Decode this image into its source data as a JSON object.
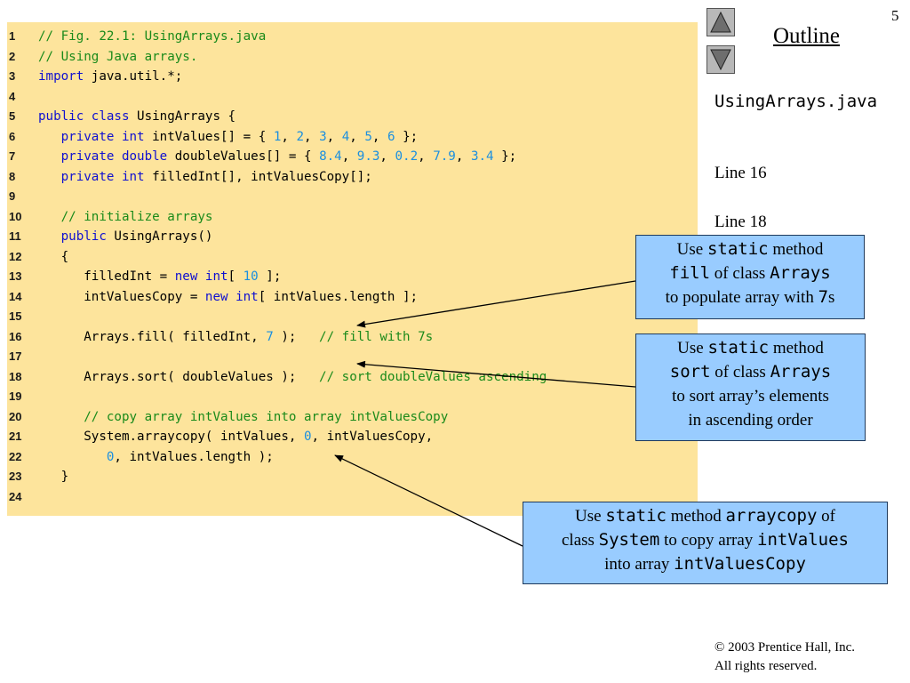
{
  "slide": {
    "page_number": "5",
    "outline_label": "Outline",
    "nav": {
      "up_icon": "triangle-up-icon",
      "down_icon": "triangle-down-icon"
    },
    "filename": "UsingArrays.java",
    "side_notes": [
      "Line 16",
      "Line 18"
    ],
    "copyright": [
      "© 2003 Prentice Hall, Inc.",
      "All rights reserved."
    ]
  },
  "colors": {
    "code_background": "#fde49c",
    "keyword": "#1010d0",
    "comment": "#1a8a1a",
    "number": "#1b8fe0",
    "callout_background": "#99ccff"
  },
  "code": {
    "lines": [
      {
        "n": "1",
        "tokens": [
          {
            "t": "// Fig. 22.1: UsingArrays.java",
            "c": "cm"
          }
        ]
      },
      {
        "n": "2",
        "tokens": [
          {
            "t": "// Using Java arrays.",
            "c": "cm"
          }
        ]
      },
      {
        "n": "3",
        "tokens": [
          {
            "t": "import",
            "c": "kw"
          },
          {
            "t": " java.util.*;",
            "c": ""
          }
        ]
      },
      {
        "n": "4",
        "tokens": []
      },
      {
        "n": "5",
        "tokens": [
          {
            "t": "public class",
            "c": "kw"
          },
          {
            "t": " UsingArrays {",
            "c": ""
          }
        ]
      },
      {
        "n": "6",
        "tokens": [
          {
            "t": "   ",
            "c": ""
          },
          {
            "t": "private int",
            "c": "kw"
          },
          {
            "t": " intValues[] = { ",
            "c": ""
          },
          {
            "t": "1",
            "c": "num"
          },
          {
            "t": ", ",
            "c": ""
          },
          {
            "t": "2",
            "c": "num"
          },
          {
            "t": ", ",
            "c": ""
          },
          {
            "t": "3",
            "c": "num"
          },
          {
            "t": ", ",
            "c": ""
          },
          {
            "t": "4",
            "c": "num"
          },
          {
            "t": ", ",
            "c": ""
          },
          {
            "t": "5",
            "c": "num"
          },
          {
            "t": ", ",
            "c": ""
          },
          {
            "t": "6",
            "c": "num"
          },
          {
            "t": " };",
            "c": ""
          }
        ]
      },
      {
        "n": "7",
        "tokens": [
          {
            "t": "   ",
            "c": ""
          },
          {
            "t": "private double",
            "c": "kw"
          },
          {
            "t": " doubleValues[] = { ",
            "c": ""
          },
          {
            "t": "8.4",
            "c": "num"
          },
          {
            "t": ", ",
            "c": ""
          },
          {
            "t": "9.3",
            "c": "num"
          },
          {
            "t": ", ",
            "c": ""
          },
          {
            "t": "0.2",
            "c": "num"
          },
          {
            "t": ", ",
            "c": ""
          },
          {
            "t": "7.9",
            "c": "num"
          },
          {
            "t": ", ",
            "c": ""
          },
          {
            "t": "3.4",
            "c": "num"
          },
          {
            "t": " };",
            "c": ""
          }
        ]
      },
      {
        "n": "8",
        "tokens": [
          {
            "t": "   ",
            "c": ""
          },
          {
            "t": "private int",
            "c": "kw"
          },
          {
            "t": " filledInt[], intValuesCopy[];",
            "c": ""
          }
        ]
      },
      {
        "n": "9",
        "tokens": []
      },
      {
        "n": "10",
        "tokens": [
          {
            "t": "   ",
            "c": ""
          },
          {
            "t": "// initialize arrays",
            "c": "cm"
          }
        ]
      },
      {
        "n": "11",
        "tokens": [
          {
            "t": "   ",
            "c": ""
          },
          {
            "t": "public",
            "c": "kw"
          },
          {
            "t": " UsingArrays()",
            "c": ""
          }
        ]
      },
      {
        "n": "12",
        "tokens": [
          {
            "t": "   {",
            "c": ""
          }
        ]
      },
      {
        "n": "13",
        "tokens": [
          {
            "t": "      filledInt = ",
            "c": ""
          },
          {
            "t": "new int",
            "c": "kw"
          },
          {
            "t": "[ ",
            "c": ""
          },
          {
            "t": "10",
            "c": "num"
          },
          {
            "t": " ];",
            "c": ""
          }
        ]
      },
      {
        "n": "14",
        "tokens": [
          {
            "t": "      intValuesCopy = ",
            "c": ""
          },
          {
            "t": "new int",
            "c": "kw"
          },
          {
            "t": "[ intValues.length ];",
            "c": ""
          }
        ]
      },
      {
        "n": "15",
        "tokens": []
      },
      {
        "n": "16",
        "tokens": [
          {
            "t": "      Arrays.fill( filledInt, ",
            "c": ""
          },
          {
            "t": "7",
            "c": "num"
          },
          {
            "t": " );   ",
            "c": ""
          },
          {
            "t": "// fill with 7s",
            "c": "cm"
          }
        ]
      },
      {
        "n": "17",
        "tokens": []
      },
      {
        "n": "18",
        "tokens": [
          {
            "t": "      Arrays.sort( doubleValues );   ",
            "c": ""
          },
          {
            "t": "// sort doubleValues ascending",
            "c": "cm"
          }
        ]
      },
      {
        "n": "19",
        "tokens": []
      },
      {
        "n": "20",
        "tokens": [
          {
            "t": "      ",
            "c": ""
          },
          {
            "t": "// copy array intValues into array intValuesCopy",
            "c": "cm"
          }
        ]
      },
      {
        "n": "21",
        "tokens": [
          {
            "t": "      System.arraycopy( intValues, ",
            "c": ""
          },
          {
            "t": "0",
            "c": "num"
          },
          {
            "t": ", intValuesCopy,",
            "c": ""
          }
        ]
      },
      {
        "n": "22",
        "tokens": [
          {
            "t": "         ",
            "c": ""
          },
          {
            "t": "0",
            "c": "num"
          },
          {
            "t": ", intValues.length );",
            "c": ""
          }
        ]
      },
      {
        "n": "23",
        "tokens": [
          {
            "t": "   }",
            "c": ""
          }
        ]
      },
      {
        "n": "24",
        "tokens": []
      }
    ]
  },
  "callouts": [
    {
      "parts": [
        {
          "t": "Use ",
          "m": false
        },
        {
          "t": "static",
          "m": true
        },
        {
          "t": " method",
          "m": false
        },
        {
          "br": true
        },
        {
          "t": "fill",
          "m": true
        },
        {
          "t": " of class ",
          "m": false
        },
        {
          "t": "Arrays",
          "m": true
        },
        {
          "br": true
        },
        {
          "t": "to populate array with ",
          "m": false
        },
        {
          "t": "7",
          "m": true
        },
        {
          "t": "s",
          "m": false
        }
      ]
    },
    {
      "parts": [
        {
          "t": "Use ",
          "m": false
        },
        {
          "t": "static",
          "m": true
        },
        {
          "t": " method",
          "m": false
        },
        {
          "br": true
        },
        {
          "t": "sort",
          "m": true
        },
        {
          "t": " of class ",
          "m": false
        },
        {
          "t": "Arrays",
          "m": true
        },
        {
          "br": true
        },
        {
          "t": "to sort array’s elements",
          "m": false
        },
        {
          "br": true
        },
        {
          "t": "in ascending order",
          "m": false
        }
      ]
    },
    {
      "parts": [
        {
          "t": "Use ",
          "m": false
        },
        {
          "t": "static",
          "m": true
        },
        {
          "t": " method ",
          "m": false
        },
        {
          "t": "arraycopy",
          "m": true
        },
        {
          "t": " of",
          "m": false
        },
        {
          "br": true
        },
        {
          "t": "class ",
          "m": false
        },
        {
          "t": "System",
          "m": true
        },
        {
          "t": " to copy array ",
          "m": false
        },
        {
          "t": "intValues",
          "m": true
        },
        {
          "br": true
        },
        {
          "t": "into array ",
          "m": false
        },
        {
          "t": "intValuesCopy",
          "m": true
        }
      ]
    }
  ]
}
